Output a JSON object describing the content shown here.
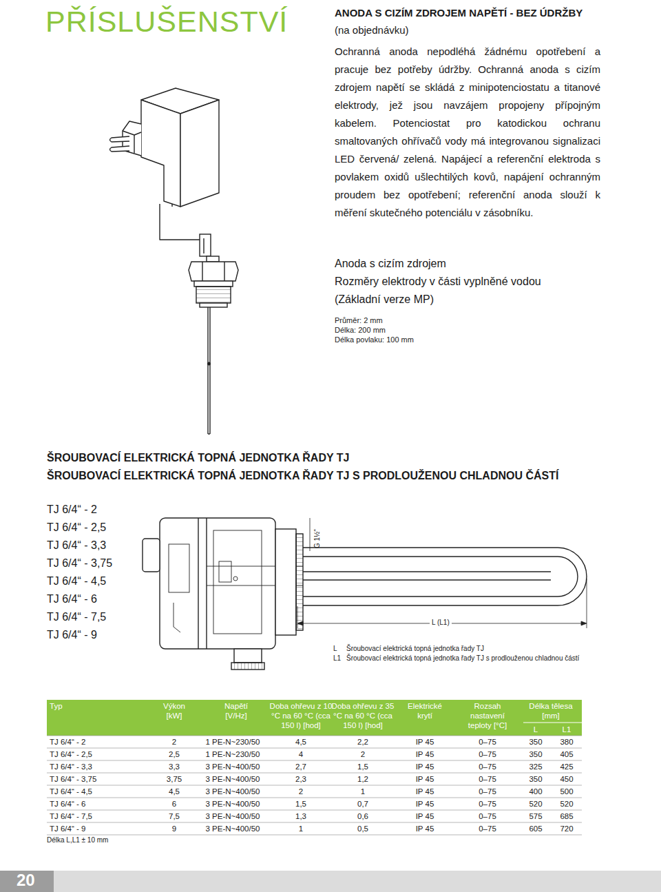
{
  "diagram": {
    "title": "PŘÍSLUŠENSTVÍ",
    "labels": [
      "ANODA S CIZÍM ZDROJEM NAPĚTÍ - BEZ ÚDRŽBY",
      "(na objednávku)",
      "Ochranná anoda nepodléhá žádnému opotřebení a pracuje bez potřeby údržby. Ochranná anoda s cizím zdrojem napětí se skládá z minipotenciostatu a titanové elektrody, jež jsou navzájem propojeny přípojným kabelem. Potenciostat pro katodickou ochranu smaltovaných ohřívačů vody má integrovanou signalizaci LED červená/ zelená. Napájecí a referenční elektroda s povlakem oxidů ušlechtilých kovů, napájení ochranným proudem bez opotřebení; referenční anoda slouží k měření skutečného potenciálu v zásobníku.",
      "Anoda s cizím zdrojem",
      "Rozměry elektrody v části vyplněné vodou",
      "(Základní verze MP)",
      "Průměr: 2 mm",
      "Délka: 200 mm",
      "Délka povlaku: 100 mm",
      "ŠROUBOVACÍ ELEKTRICKÁ TOPNÁ JEDNOTKA ŘADY TJ",
      "ŠROUBOVACÍ ELEKTRICKÁ TOPNÁ JEDNOTKA ŘADY TJ S PRODLOUŽENOU CHLADNOU ČÁSTÍ",
      "TJ 6/4“ - 2",
      "TJ 6/4“ - 2,5",
      "TJ 6/4“ - 3,3",
      "TJ 6/4“ - 3,75",
      "TJ 6/4“ - 4,5",
      "TJ 6/4“ - 6",
      "TJ 6/4“ - 7,5",
      "TJ 6/4“ - 9",
      "G 1½“",
      "L (L1)",
      "L",
      "Šroubovací elektrická topná jednotka řady TJ",
      "L1",
      "Šroubovací elektrická topná jednotka řady TJ s prodlouženou chladnou částí",
      "Typ",
      "Výkon [kW]",
      "Napětí [V/Hz]",
      "Doba ohřevu z 10 °C na 60 °C (cca 150 l) [hod]",
      "Doba ohřevu z 35 °C na 60 °C (cca 150 l) [hod]",
      "Elektrické krytí",
      "Rozsah nastavení teploty [°C]",
      "Délka tělesa [mm]",
      "L",
      "L1",
      "TJ 6/4“ - 2",
      "2",
      "1 PE-N~230/50",
      "4,5",
      "2,2",
      "IP 45",
      "0–75",
      "350",
      "380",
      "TJ 6/4“ - 2,5",
      "2,5",
      "1 PE-N~230/50",
      "4",
      "2",
      "IP 45",
      "0–75",
      "350",
      "405",
      "TJ 6/4“ - 3,3",
      "3,3",
      "3 PE-N~400/50",
      "2,7",
      "1,5",
      "IP 45",
      "0–75",
      "325",
      "425",
      "TJ 6/4“ - 3,75",
      "3,75",
      "3 PE-N~400/50",
      "2,3",
      "1,2",
      "IP 45",
      "0–75",
      "350",
      "450",
      "TJ 6/4“ - 4,5",
      "4,5",
      "3 PE-N~400/50",
      "2",
      "1",
      "IP 45",
      "0–75",
      "400",
      "500",
      "TJ 6/4“ - 6",
      "6",
      "3 PE-N~400/50",
      "1,5",
      "0,7",
      "IP 45",
      "0–75",
      "520",
      "520",
      "TJ 6/4“ - 7,5",
      "7,5",
      "3 PE-N~400/50",
      "1,3",
      "0,6",
      "IP 45",
      "0–75",
      "575",
      "685",
      "TJ 6/4“ - 9",
      "9",
      "3 PE-N~400/50",
      "1",
      "0,5",
      "IP 45",
      "0–75",
      "605",
      "720",
      "Délka L,L1 ± 10 mm",
      "20"
    ]
  }
}
